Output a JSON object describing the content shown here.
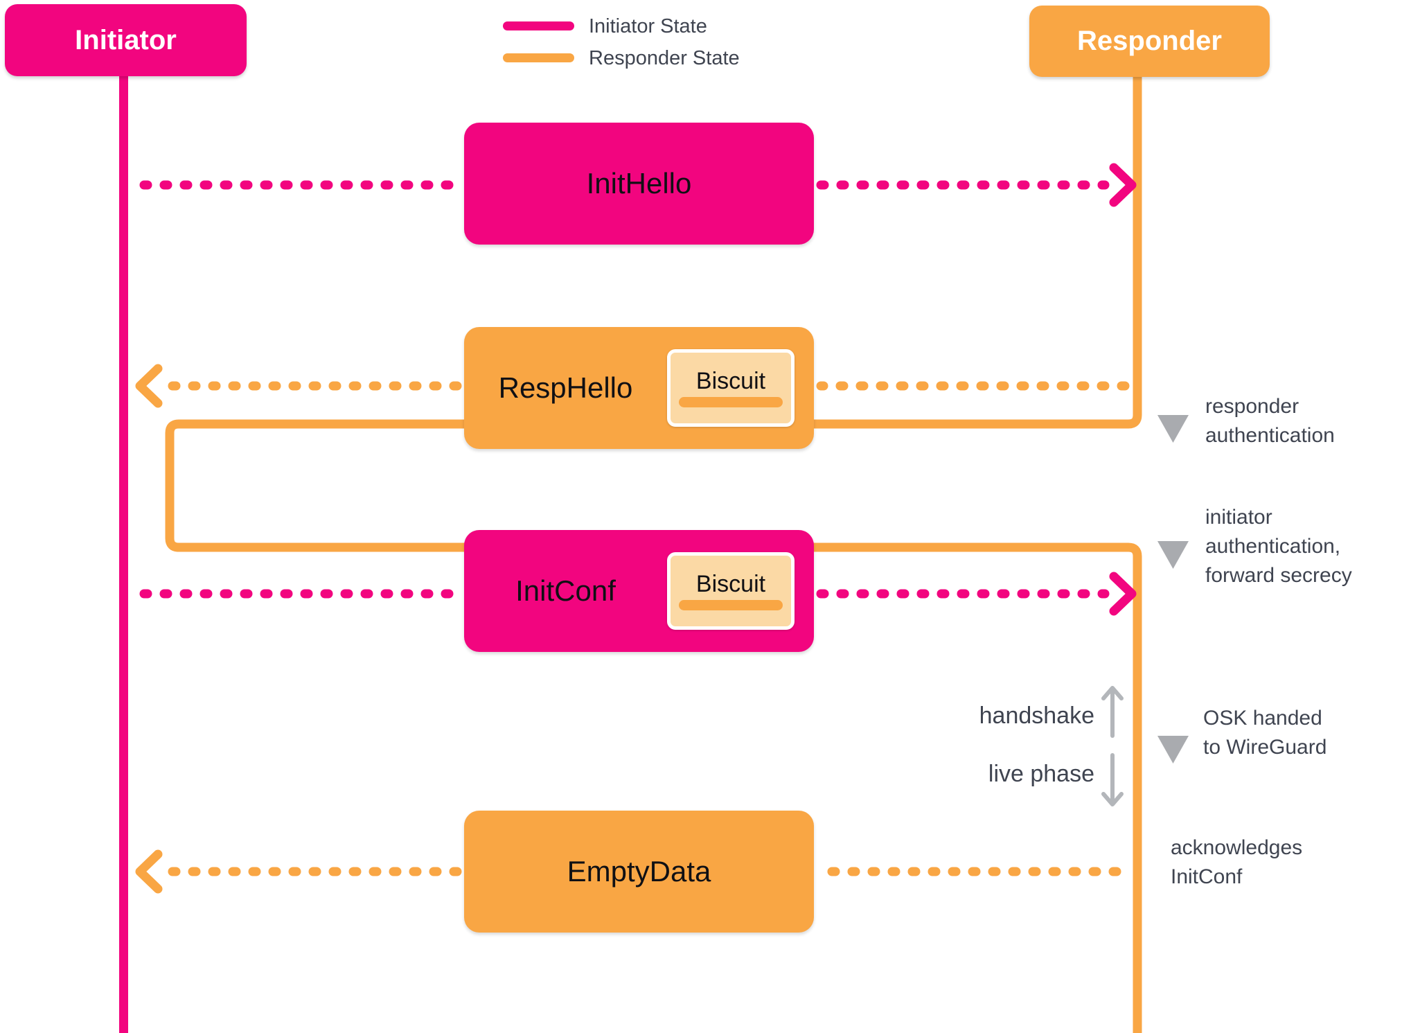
{
  "actors": {
    "initiator": "Initiator",
    "responder": "Responder"
  },
  "legend": [
    {
      "label": "Initiator State"
    },
    {
      "label": "Responder State"
    }
  ],
  "messages": [
    {
      "label": "InitHello",
      "direction": "initiator-to-responder"
    },
    {
      "label": "RespHello",
      "direction": "responder-to-initiator",
      "biscuit": "Biscuit"
    },
    {
      "label": "InitConf",
      "direction": "initiator-to-responder",
      "biscuit": "Biscuit"
    },
    {
      "label": "EmptyData",
      "direction": "responder-to-initiator"
    }
  ],
  "annotations": {
    "responder_auth": {
      "lines": [
        "responder",
        "authentication"
      ]
    },
    "initiator_auth": {
      "lines": [
        "initiator",
        "authentication,",
        "forward secrecy"
      ]
    },
    "osk": {
      "lines": [
        "OSK handed",
        "to WireGuard"
      ]
    },
    "ack": {
      "lines": [
        "acknowledges",
        "InitConf"
      ]
    }
  },
  "phase": {
    "handshake": "handshake",
    "live": "live phase"
  },
  "colors": {
    "pink": "#F2057F",
    "orange": "#F9A644",
    "biscuit-bg": "#FBD9A5",
    "text-dark": "#3F4450",
    "text-black": "#101014",
    "gray-triangle": "#A9ABAF",
    "gray-arrow": "#B3B6BA"
  }
}
